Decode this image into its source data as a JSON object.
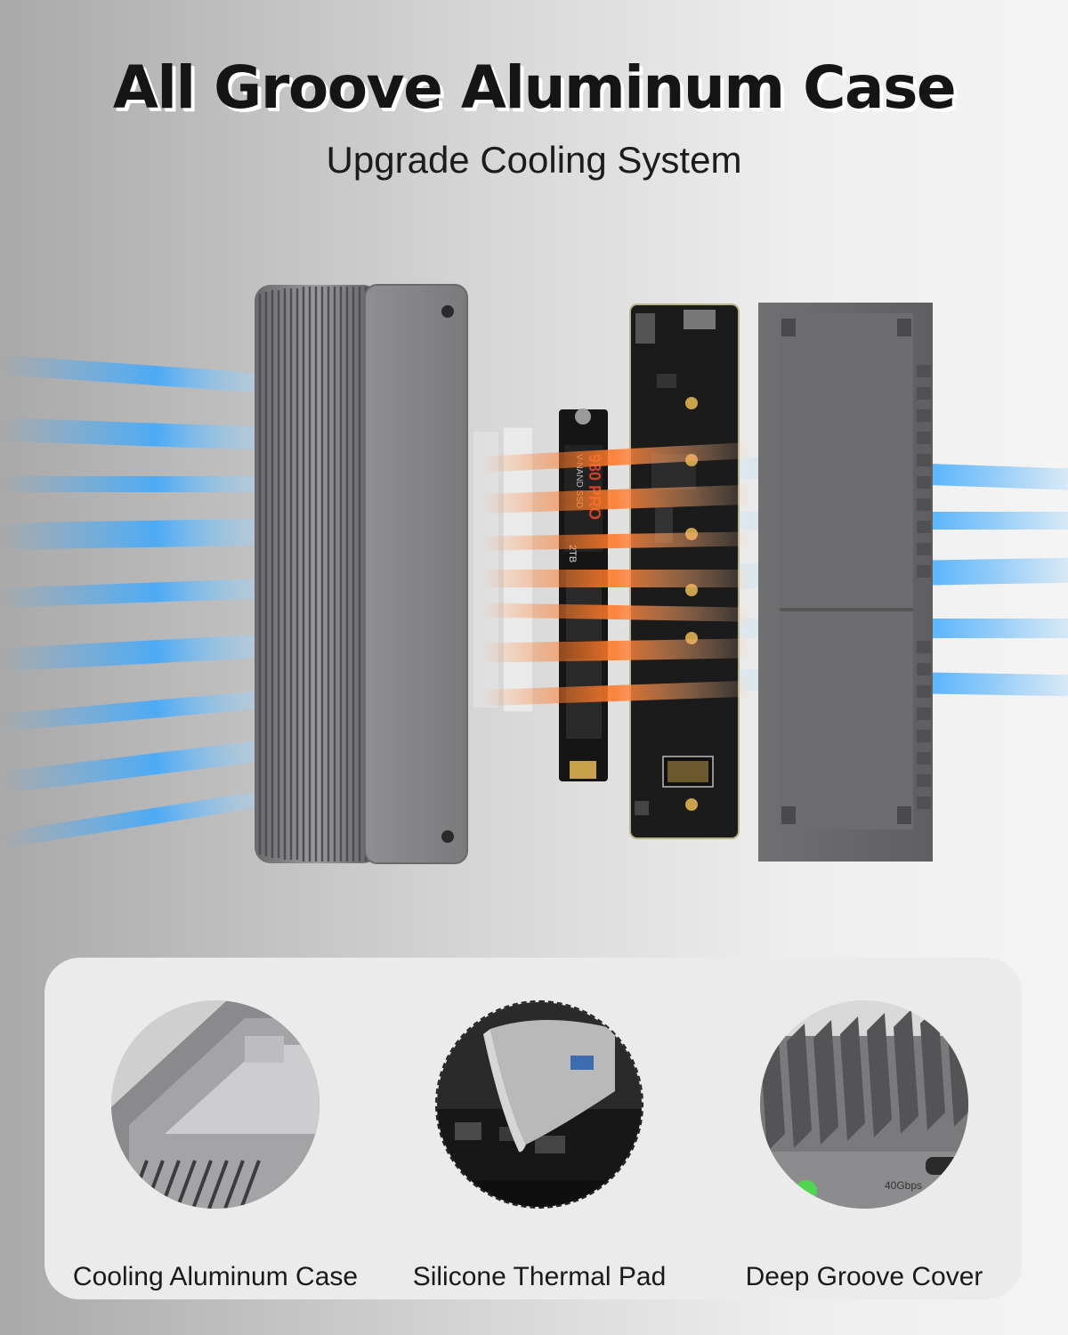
{
  "header": {
    "title": "All Groove Aluminum Case",
    "subtitle": "Upgrade Cooling System"
  },
  "ssd_label": {
    "brand_line": "V-NAND SSD",
    "model": "980 PRO",
    "capacity": "2TB"
  },
  "features": [
    {
      "label": "Cooling Aluminum Case",
      "icon": "case-corner-icon"
    },
    {
      "label": "Silicone Thermal Pad",
      "icon": "thermal-pad-icon"
    },
    {
      "label": "Deep Groove Cover",
      "icon": "groove-cover-icon",
      "port_text": "40Gbps"
    }
  ],
  "colors": {
    "airflow_cool": "#3aa8ff",
    "airflow_hot": "#ff7a2a",
    "aluminum": "#7c7c7e",
    "pcb": "#1b1b1b",
    "ssd_accent": "#d2402a"
  }
}
